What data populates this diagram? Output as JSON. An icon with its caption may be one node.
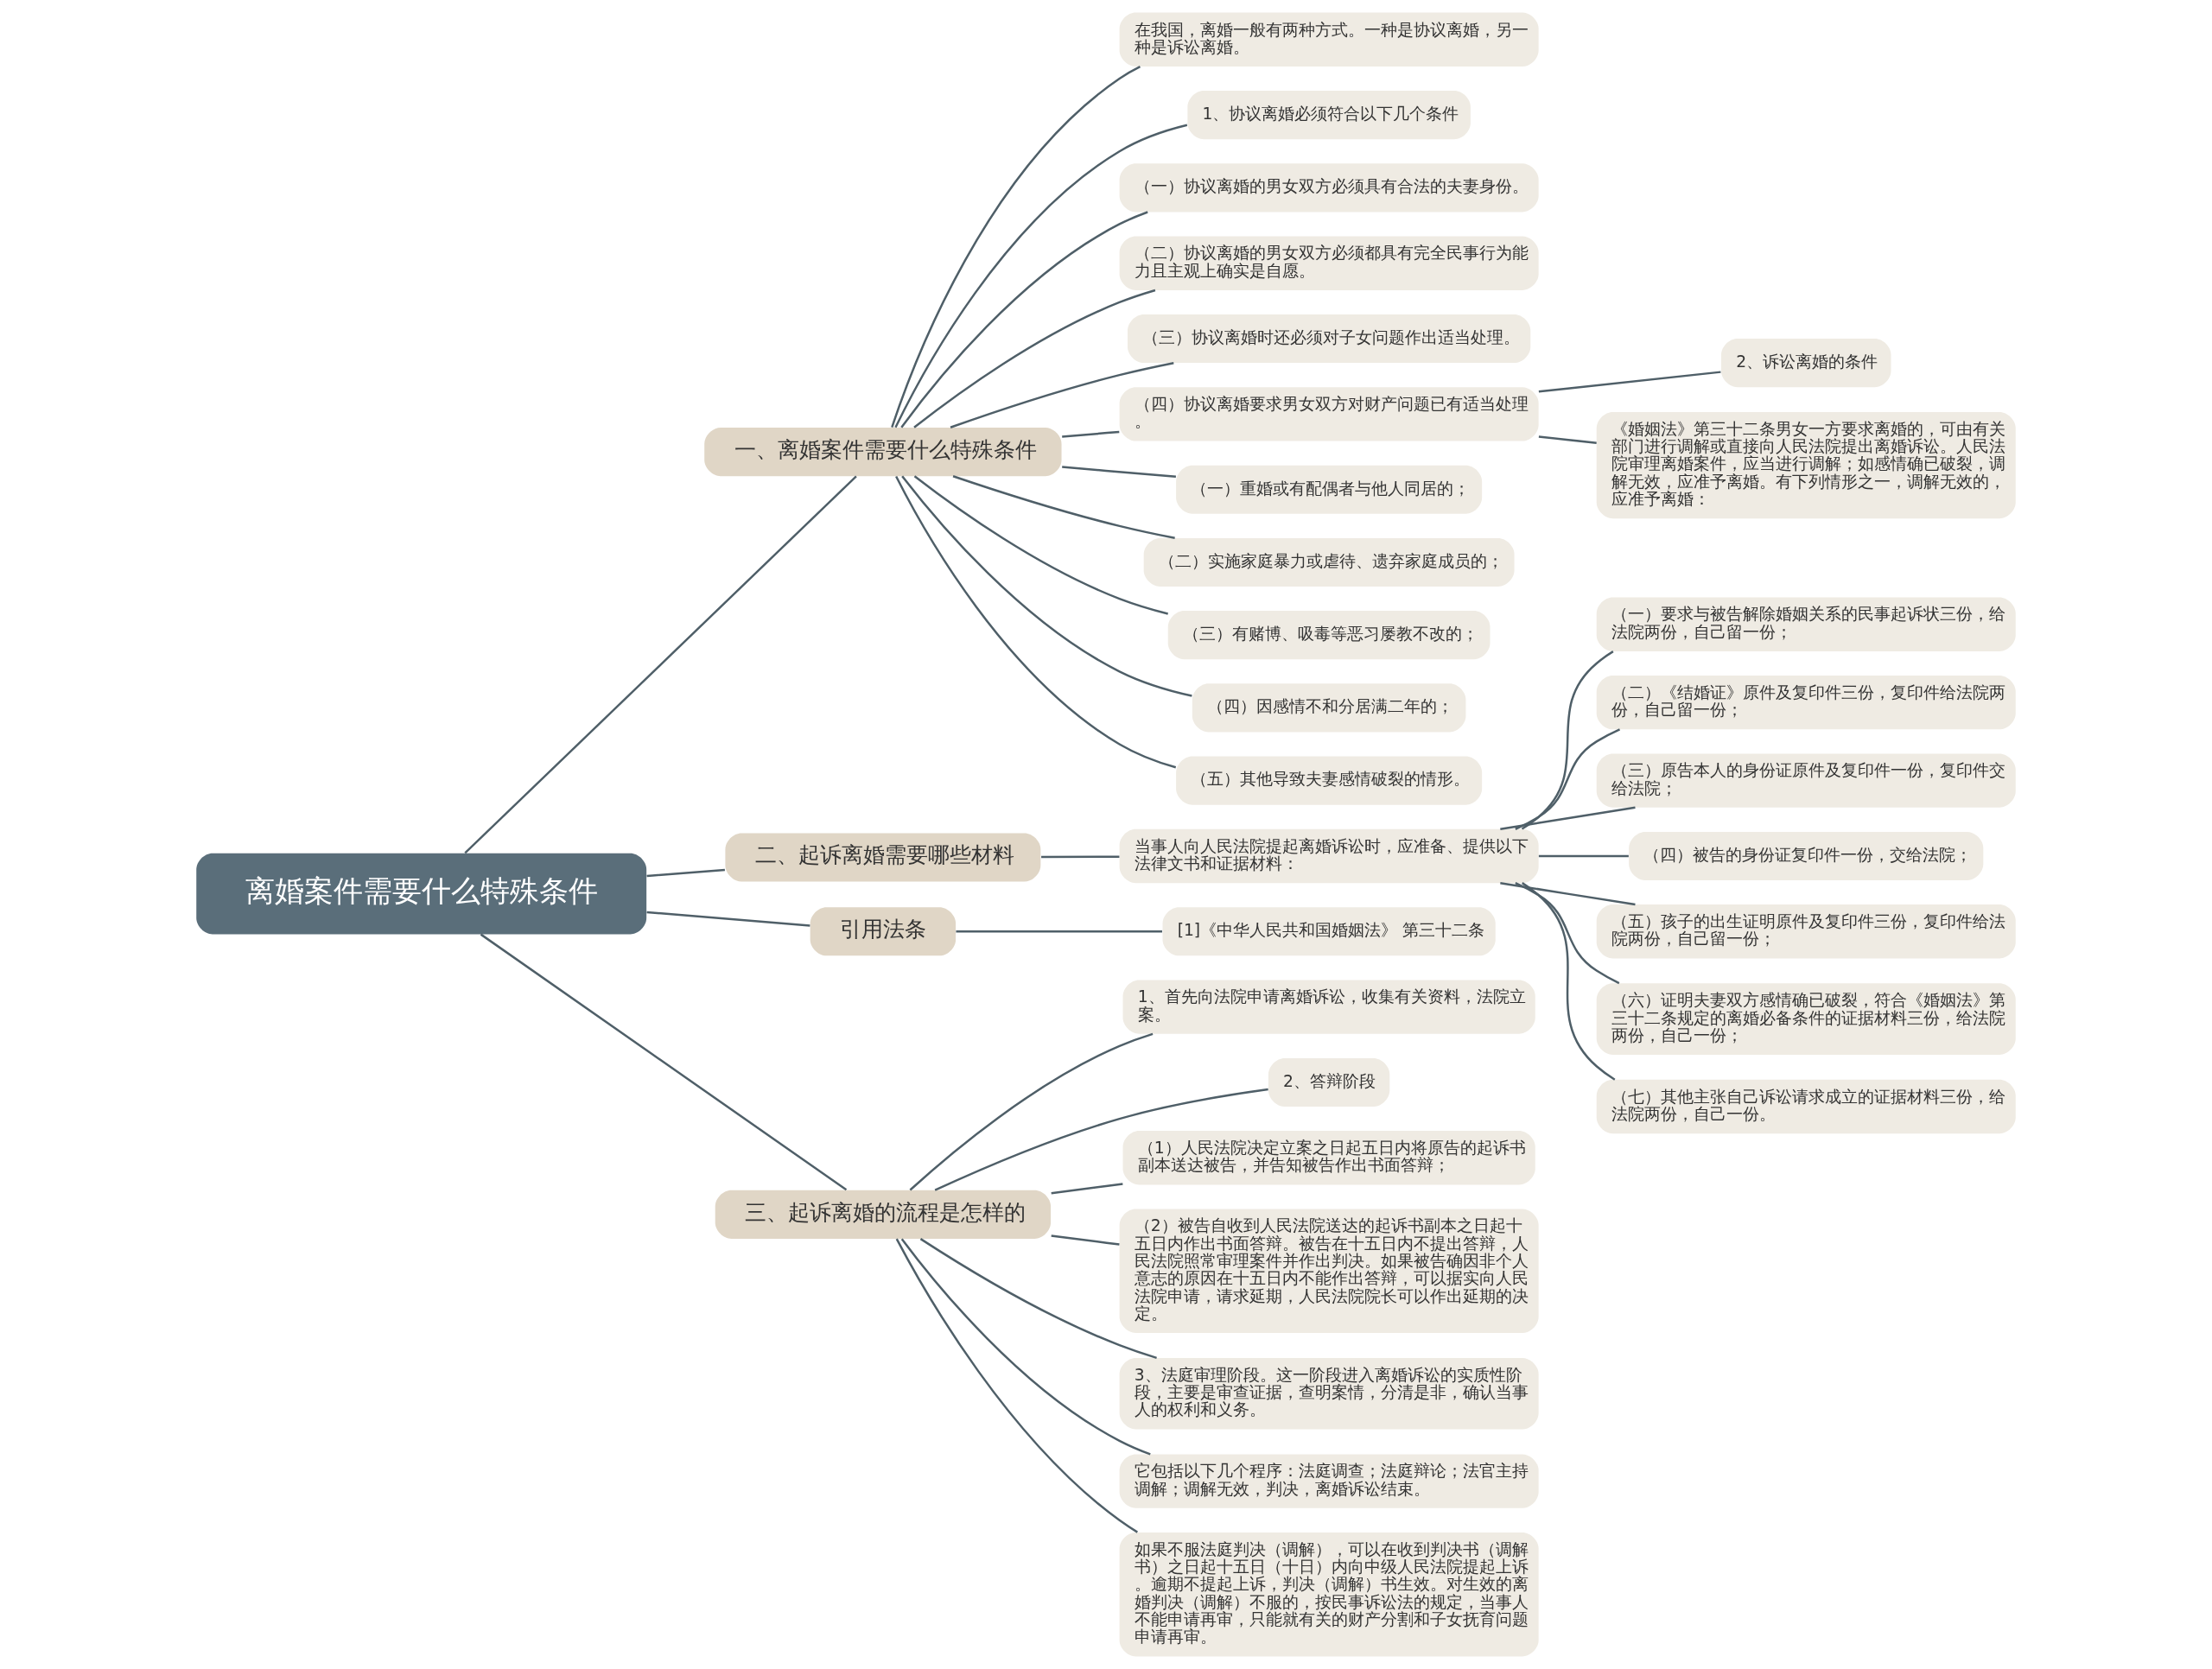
{
  "diagram": {
    "nodes": [
      {
        "text": [
          "离婚案件需要什么特殊条件"
        ]
      },
      {
        "text": [
          "一、离婚案件需要什么特殊条件"
        ]
      },
      {
        "text": [
          "在我国，离婚一般有两种方式。一种是协议离婚，另一种是诉讼离婚。"
        ]
      },
      {
        "text": [
          "1、协议离婚必须符合以下几个条件"
        ]
      },
      {
        "text": [
          "（一）协议离婚的男女双方必须具有合法的夫妻身份。"
        ]
      },
      {
        "text": [
          "（二）协议离婚的男女双方必须都具有完全民事行为能力且主观上确实是自愿。"
        ]
      },
      {
        "text": [
          "（三）协议离婚时还必须对子女问题作出适当处理。"
        ]
      },
      {
        "text": [
          "（四）协议离婚要求男女双方对财产问题已有适当处理。"
        ]
      },
      {
        "text": [
          "2、诉讼离婚的条件"
        ]
      },
      {
        "text": [
          "《婚姻法》第三十二条男女一方要求离婚的，可由有关部门进行调解或直接向人民法院提出离婚诉讼。人民法院审理离婚案件，应当进行调解；如感情确已破裂，调解无效，应准予离婚。有下列情形之一，调解无效的，应准予离婚："
        ]
      },
      {
        "text": [
          "（一）重婚或有配偶者与他人同居的；"
        ]
      },
      {
        "text": [
          "（二）实施家庭暴力或虐待、遗弃家庭成员的；"
        ]
      },
      {
        "text": [
          "（三）有赌博、吸毒等恶习屡教不改的；"
        ]
      },
      {
        "text": [
          "（四）因感情不和分居满二年的；"
        ]
      },
      {
        "text": [
          "（五）其他导致夫妻感情破裂的情形。"
        ]
      },
      {
        "text": [
          "二、起诉离婚需要哪些材料"
        ]
      },
      {
        "text": [
          "当事人向人民法院提起离婚诉讼时，应准备、提供以下法律文书和证据材料："
        ]
      },
      {
        "text": [
          "（一）要求与被告解除婚姻关系的民事起诉状三份，给法院两份，自己留一份；"
        ]
      },
      {
        "text": [
          "（二）《结婚证》原件及复印件三份，复印件给法院两份，自己留一份；"
        ]
      },
      {
        "text": [
          "（三）原告本人的身份证原件及复印件一份，复印件交给法院；"
        ]
      },
      {
        "text": [
          "（四）被告的身份证复印件一份，交给法院；"
        ]
      },
      {
        "text": [
          "（五）孩子的出生证明原件及复印件三份，复印件给法院两份，自己留一份；"
        ]
      },
      {
        "text": [
          "（六）证明夫妻双方感情确已破裂，符合《婚姻法》第三十二条规定的离婚必备条件的证据材料三份，给法院两份，自己一份；"
        ]
      },
      {
        "text": [
          "（七）其他主张自己诉讼请求成立的证据材料三份，给法院两份，自己一份。"
        ]
      },
      {
        "text": [
          "引用法条"
        ]
      },
      {
        "text": [
          "[1]《中华人民共和国婚姻法》 第三十二条"
        ]
      },
      {
        "text": [
          "三、起诉离婚的流程是怎样的"
        ]
      },
      {
        "text": [
          "1、首先向法院申请离婚诉讼，收集有关资料，法院立案。"
        ]
      },
      {
        "text": [
          "2、答辩阶段"
        ]
      },
      {
        "text": [
          "（1）人民法院决定立案之日起五日内将原告的起诉书副本送达被告，并告知被告作出书面答辩；"
        ]
      },
      {
        "text": [
          "（2）被告自收到人民法院送达的起诉书副本之日起十五日内作出书面答辩。被告在十五日内不提出答辩，人民法院照常审理案件并作出判决。如果被告确因非个人意志的原因在十五日内不能作出答辩，可以据实向人民法院申请，请求延期，人民法院院长可以作出延期的决定。"
        ]
      },
      {
        "text": [
          "3、法庭审理阶段。这一阶段进入离婚诉讼的实质性阶段，主要是审查证据，查明案情，分清是非，确认当事人的权利和义务。"
        ]
      },
      {
        "text": [
          "它包括以下几个程序：法庭调查；法庭辩论；法官主持调解；调解无效，判决，离婚诉讼结束。"
        ]
      },
      {
        "text": [
          "如果不服法庭判决（调解），可以在收到判决书（调解书）之日起十五日（十日）内向中级人民法院提起上诉。逾期不提起上诉，判决（调解）书生效。对生效的离婚判决（调解）不服的，按民事诉讼法的规定，当事人不能申请再审，只能就有关的财产分割和子女抚育问题申请再审。"
        ]
      }
    ],
    "edges": [
      {
        "from": 0,
        "to": 1,
        "arrow": "none"
      },
      {
        "from": 1,
        "to": 2,
        "arrow": "none"
      },
      {
        "from": 1,
        "to": 3,
        "arrow": "none"
      },
      {
        "from": 1,
        "to": 4,
        "arrow": "none"
      },
      {
        "from": 1,
        "to": 5,
        "arrow": "none"
      },
      {
        "from": 1,
        "to": 6,
        "arrow": "none"
      },
      {
        "from": 1,
        "to": 7,
        "arrow": "none"
      },
      {
        "from": 7,
        "to": 8,
        "arrow": "none"
      },
      {
        "from": 7,
        "to": 9,
        "arrow": "none"
      },
      {
        "from": 1,
        "to": 10,
        "arrow": "none"
      },
      {
        "from": 1,
        "to": 11,
        "arrow": "none"
      },
      {
        "from": 1,
        "to": 12,
        "arrow": "none"
      },
      {
        "from": 1,
        "to": 13,
        "arrow": "none"
      },
      {
        "from": 1,
        "to": 14,
        "arrow": "none"
      },
      {
        "from": 0,
        "to": 15,
        "arrow": "none"
      },
      {
        "from": 15,
        "to": 16,
        "arrow": "none"
      },
      {
        "from": 16,
        "to": 17,
        "arrow": "none"
      },
      {
        "from": 16,
        "to": 18,
        "arrow": "none"
      },
      {
        "from": 16,
        "to": 19,
        "arrow": "none"
      },
      {
        "from": 16,
        "to": 20,
        "arrow": "none"
      },
      {
        "from": 16,
        "to": 21,
        "arrow": "none"
      },
      {
        "from": 16,
        "to": 22,
        "arrow": "none"
      },
      {
        "from": 16,
        "to": 23,
        "arrow": "none"
      },
      {
        "from": 0,
        "to": 24,
        "arrow": "none"
      },
      {
        "from": 24,
        "to": 25,
        "arrow": "none"
      },
      {
        "from": 0,
        "to": 26,
        "arrow": "none"
      },
      {
        "from": 26,
        "to": 27,
        "arrow": "none"
      },
      {
        "from": 26,
        "to": 28,
        "arrow": "none"
      },
      {
        "from": 26,
        "to": 29,
        "arrow": "none"
      },
      {
        "from": 26,
        "to": 30,
        "arrow": "none"
      },
      {
        "from": 26,
        "to": 31,
        "arrow": "none"
      },
      {
        "from": 26,
        "to": 32,
        "arrow": "none"
      },
      {
        "from": 26,
        "to": 33,
        "arrow": "none"
      }
    ]
  }
}
